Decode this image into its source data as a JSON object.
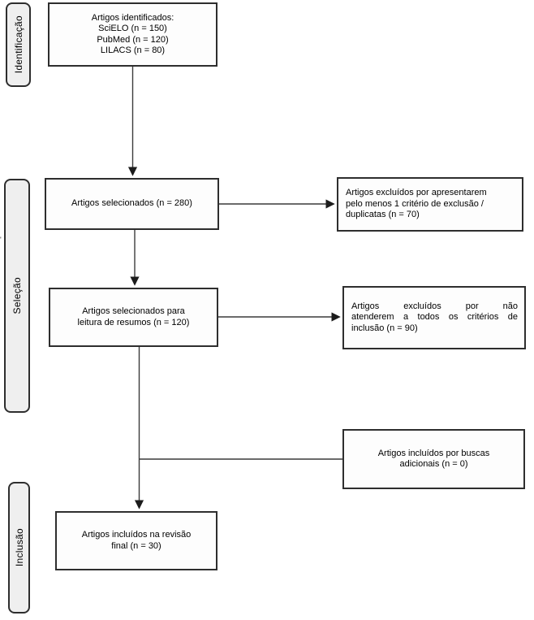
{
  "diagram": {
    "language": "pt-BR",
    "type": "prisma-flow",
    "colors": {
      "background": "#ffffff",
      "box_border": "#2e2e2e",
      "box_fill": "#fdfdfd",
      "label_fill": "#efefef",
      "line_color": "#3a3a3a",
      "text_color": "#000000"
    }
  },
  "stage_labels": [
    {
      "id": "identificacao",
      "text": "Identificação"
    },
    {
      "id": "selecao",
      "text": "Seleção"
    },
    {
      "id": "inclusao",
      "text": "Inclusão"
    }
  ],
  "flow_boxes": [
    {
      "id": "identified",
      "lines": [
        "Artigos identificados:",
        "SciELO (n = 150)",
        "PubMed (n = 120)",
        "LILACS (n = 80)"
      ]
    },
    {
      "id": "selected",
      "lines": [
        "Artigos selecionados (n = 280)"
      ]
    },
    {
      "id": "abstracts",
      "lines": [
        "Artigos selecionados para",
        "leitura de resumos (n = 120)"
      ]
    },
    {
      "id": "final",
      "lines": [
        "Artigos incluídos na revisão",
        "final (n = 30)"
      ]
    }
  ],
  "side_boxes": [
    {
      "id": "excluded1",
      "lines": [
        "Artigos excluídos por apresentarem",
        "pelo menos 1 critério de exclusão /",
        "duplicatas (n = 70)"
      ]
    },
    {
      "id": "excluded2",
      "lines": [
        "Artigos excluídos por não",
        "atenderem a todos os critérios de",
        "inclusão (n = 90)"
      ]
    },
    {
      "id": "additional",
      "lines": [
        "Artigos incluídos por buscas",
        "adicionais (n = 0)"
      ]
    }
  ],
  "stray_mark": "'"
}
